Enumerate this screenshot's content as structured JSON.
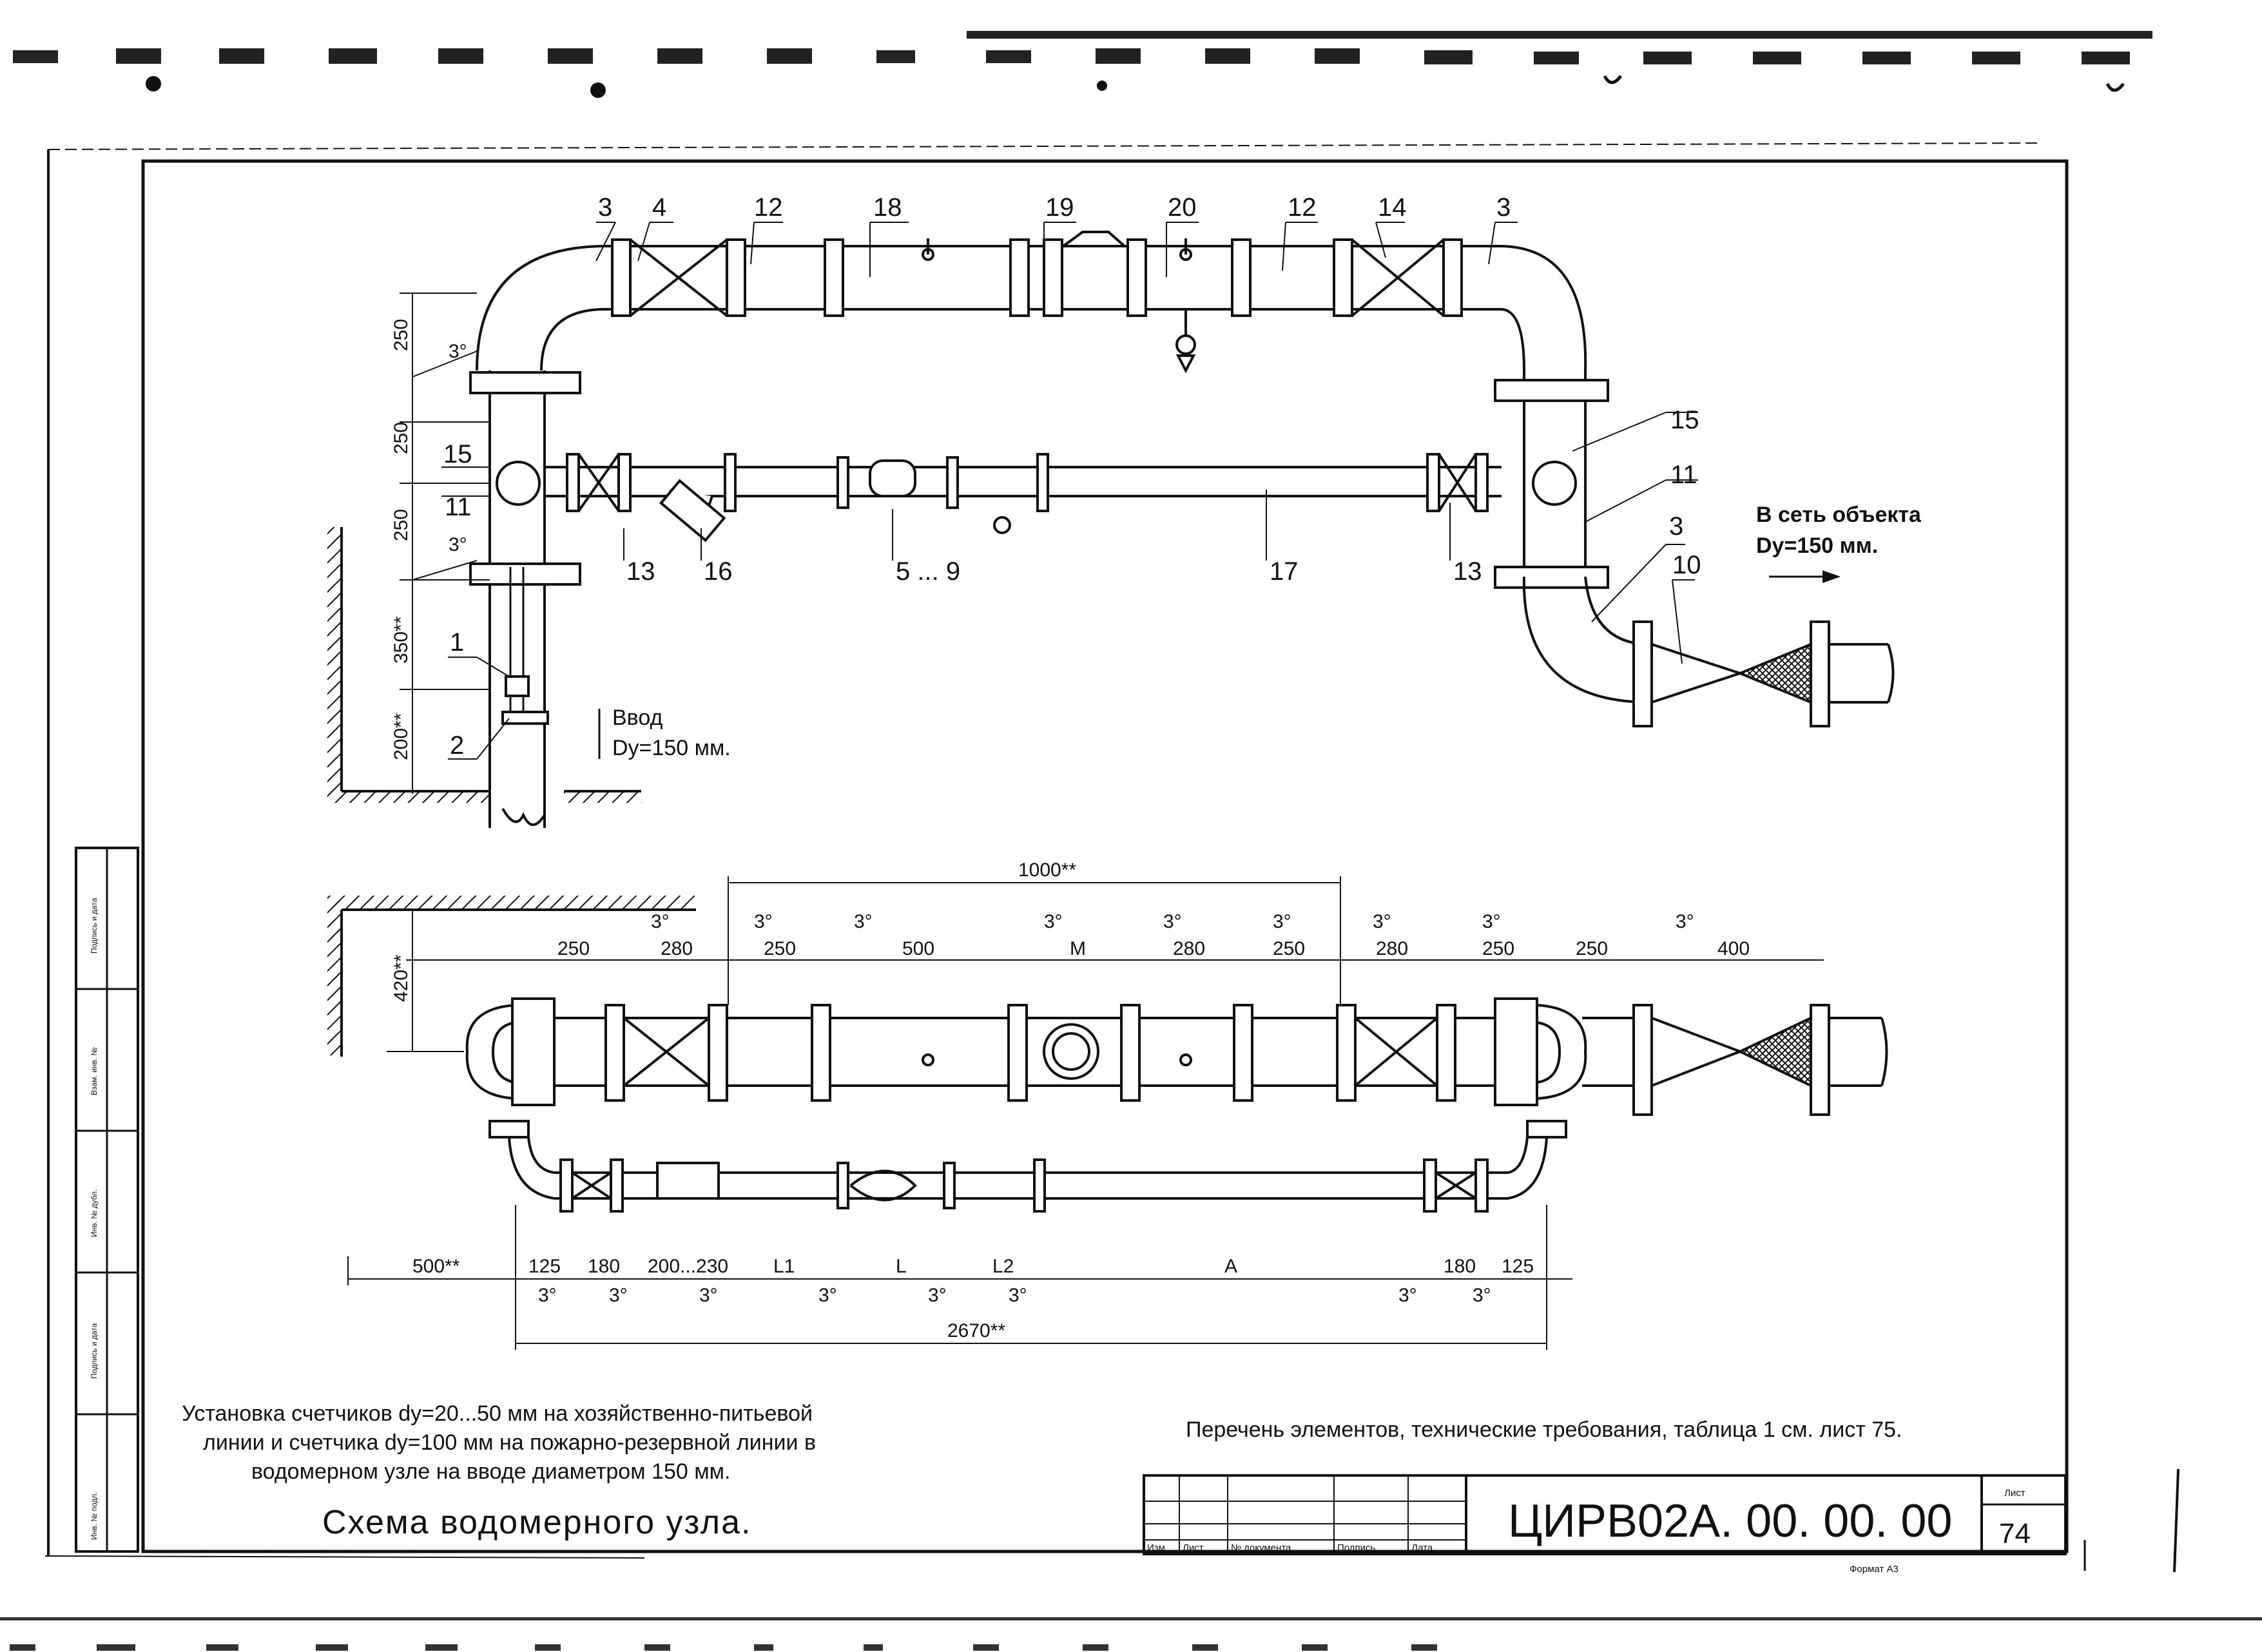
{
  "top_labels": {
    "l3a": "3",
    "l4": "4",
    "l12a": "12",
    "l18": "18",
    "l19": "19",
    "l20": "20",
    "l12b": "12",
    "l14": "14",
    "l3b": "3",
    "l15a": "15",
    "l11a": "11",
    "l1": "1",
    "l2": "2",
    "l13a": "13",
    "l16": "16",
    "l5_9": "5 ... 9",
    "l17": "17",
    "l13b": "13",
    "l15b": "15",
    "l11b": "11",
    "l3c": "3",
    "l10": "10"
  },
  "top_dims": {
    "d250a": "250",
    "d250b": "250",
    "d250c": "250",
    "d350": "350**",
    "d200": "200**",
    "slope1": "3°",
    "slope2": "3°"
  },
  "inlet_note": {
    "title": "Ввод",
    "size": "Dy=150 мм."
  },
  "outlet_note": {
    "title": "В сеть объекта",
    "size": "Dy=150 мм."
  },
  "plan_dims": {
    "overall_top": "1000**",
    "height": "420**",
    "top_row": [
      "250",
      "280",
      "250",
      "500",
      "M",
      "280",
      "250",
      "280",
      "250",
      "250",
      "400"
    ],
    "bottom_row": [
      "500**",
      "125",
      "180",
      "200...230",
      "L1",
      "L",
      "L2",
      "A",
      "180",
      "125"
    ],
    "overall_bottom": "2670**",
    "slope": "3°"
  },
  "notes": {
    "installation": [
      "Установка счетчиков dy=20...50 мм на хозяйственно-питьевой",
      "линии и счетчика dy=100 мм на пожарно-резервной линии в",
      "водомерном узле на вводе диаметром 150 мм."
    ],
    "reference": "Перечень элементов, технические требования, таблица 1 см. лист 75."
  },
  "title_block": {
    "title": "Схема водомерного узла.",
    "code": "ЦИРВ02А. 00. 00. 00",
    "sheet_label": "Лист",
    "sheet_number": "74",
    "columns": [
      "Изм",
      "Лист",
      "№ документа",
      "Подпись",
      "Дата"
    ],
    "format": "Формат А3"
  },
  "side_stamp": [
    "Подпись и дата",
    "Взам. инв. №",
    "Инв. № дубл.",
    "Подпись и дата",
    "Инв. № подл."
  ]
}
